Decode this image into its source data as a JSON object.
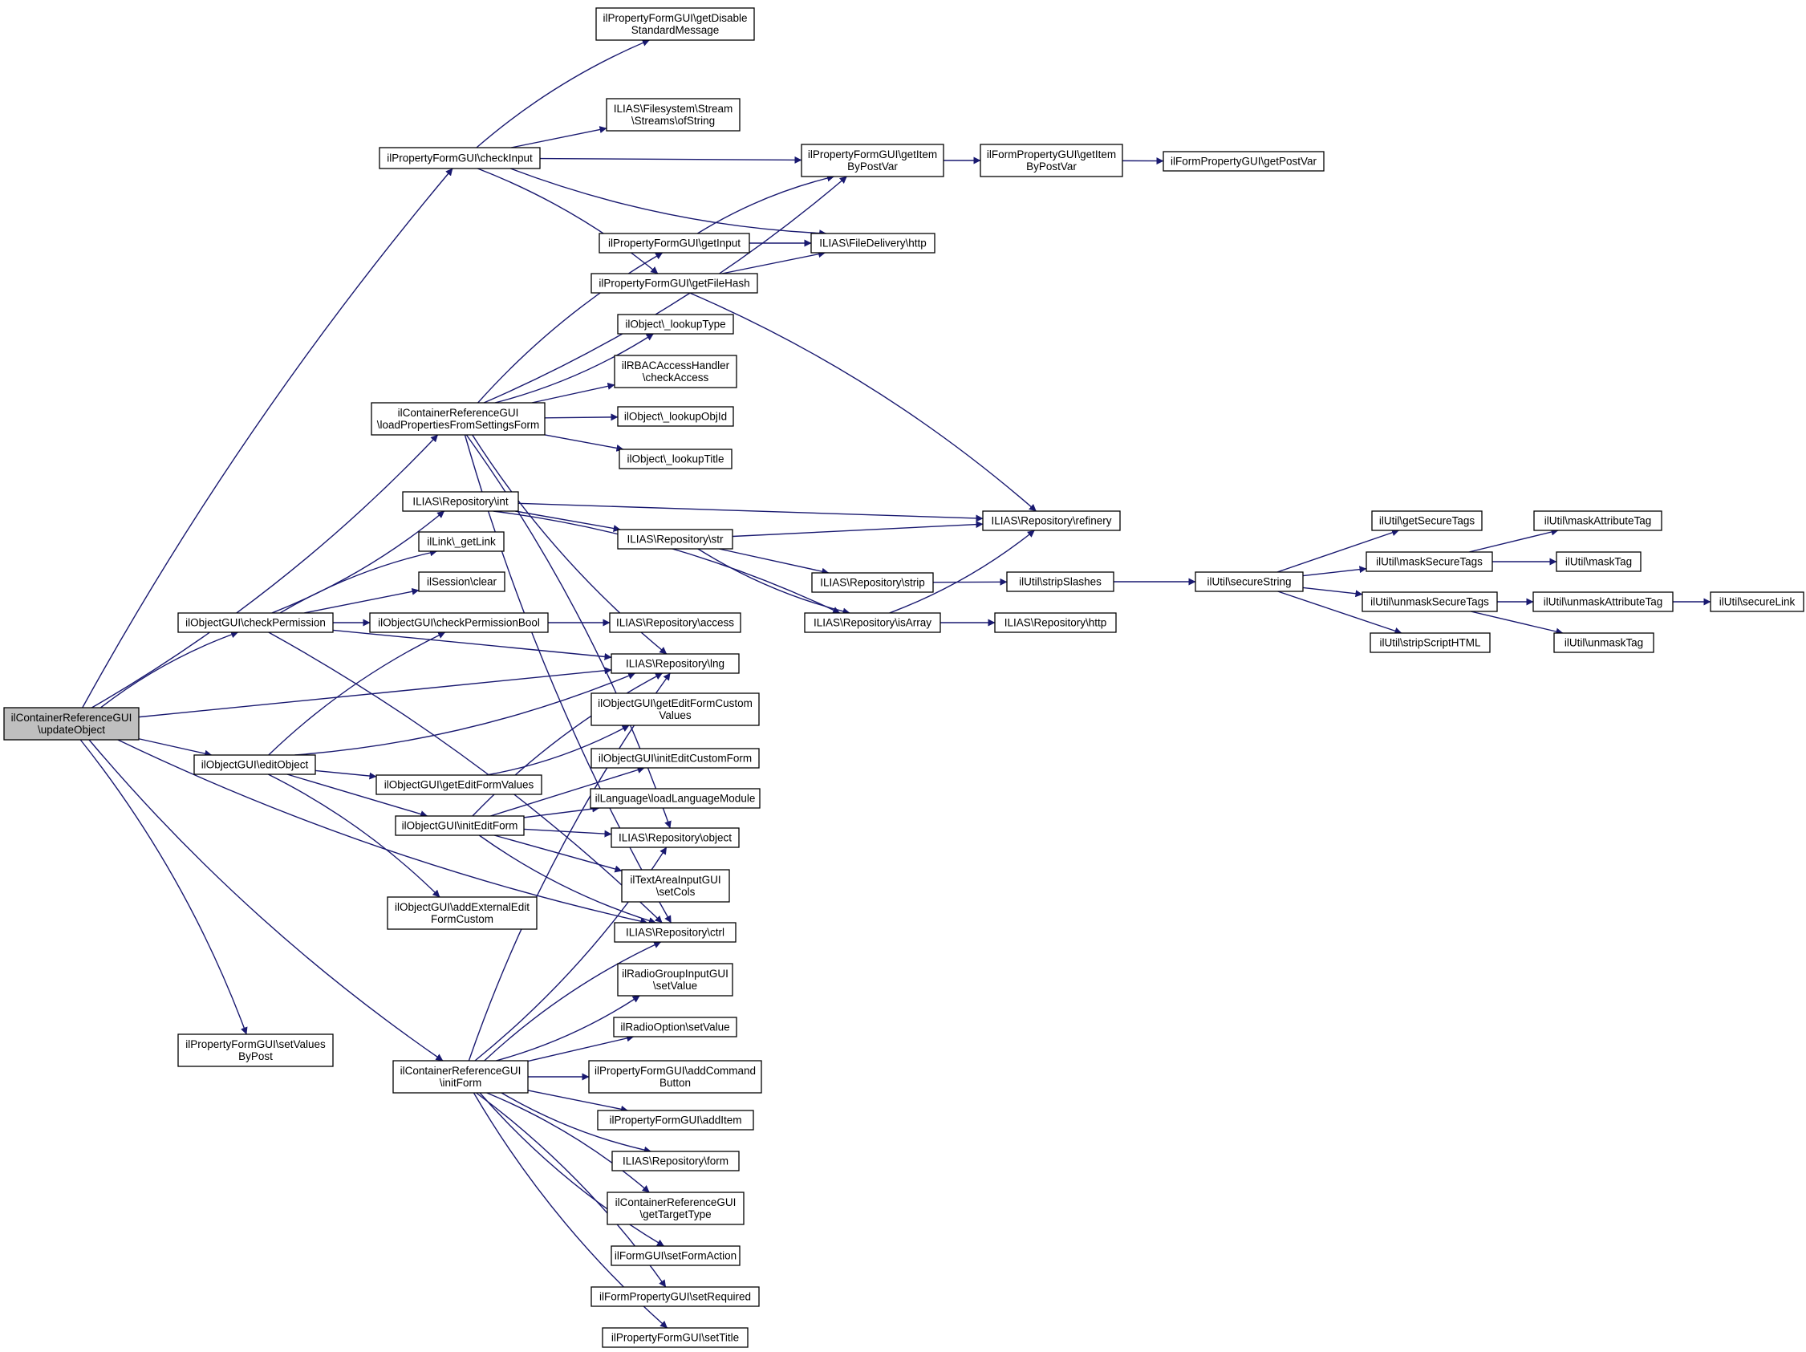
{
  "nodes": [
    {
      "id": "root",
      "lines": [
        "ilContainerReferenceGUI",
        "\\updateObject"
      ],
      "highlight": true
    },
    {
      "id": "checkInput",
      "lines": [
        "ilPropertyFormGUI\\checkInput"
      ]
    },
    {
      "id": "getDisable",
      "lines": [
        "ilPropertyFormGUI\\getDisable",
        "StandardMessage"
      ]
    },
    {
      "id": "ofString",
      "lines": [
        "ILIAS\\Filesystem\\Stream",
        "\\Streams\\ofString"
      ]
    },
    {
      "id": "getItemByPostVar",
      "lines": [
        "ilPropertyFormGUI\\getItem",
        "ByPostVar"
      ]
    },
    {
      "id": "formGetItemByPostVar",
      "lines": [
        "ilFormPropertyGUI\\getItem",
        "ByPostVar"
      ]
    },
    {
      "id": "getPostVar",
      "lines": [
        "ilFormPropertyGUI\\getPostVar"
      ]
    },
    {
      "id": "getInput",
      "lines": [
        "ilPropertyFormGUI\\getInput"
      ]
    },
    {
      "id": "fdHttp",
      "lines": [
        "ILIAS\\FileDelivery\\http"
      ]
    },
    {
      "id": "getFileHash",
      "lines": [
        "ilPropertyFormGUI\\getFileHash"
      ]
    },
    {
      "id": "lookupType",
      "lines": [
        "ilObject\\_lookupType"
      ]
    },
    {
      "id": "rbacCheck",
      "lines": [
        "ilRBACAccessHandler",
        "\\checkAccess"
      ]
    },
    {
      "id": "loadProps",
      "lines": [
        "ilContainerReferenceGUI",
        "\\loadPropertiesFromSettingsForm"
      ]
    },
    {
      "id": "lookupObjId",
      "lines": [
        "ilObject\\_lookupObjId"
      ]
    },
    {
      "id": "lookupTitle",
      "lines": [
        "ilObject\\_lookupTitle"
      ]
    },
    {
      "id": "repoInt",
      "lines": [
        "ILIAS\\Repository\\int"
      ]
    },
    {
      "id": "refinery",
      "lines": [
        "ILIAS\\Repository\\refinery"
      ]
    },
    {
      "id": "getLink",
      "lines": [
        "ilLink\\_getLink"
      ]
    },
    {
      "id": "repoStr",
      "lines": [
        "ILIAS\\Repository\\str"
      ]
    },
    {
      "id": "sessionClear",
      "lines": [
        "ilSession\\clear"
      ]
    },
    {
      "id": "repoStrip",
      "lines": [
        "ILIAS\\Repository\\strip"
      ]
    },
    {
      "id": "stripSlashes",
      "lines": [
        "ilUtil\\stripSlashes"
      ]
    },
    {
      "id": "secureString",
      "lines": [
        "ilUtil\\secureString"
      ]
    },
    {
      "id": "getSecureTags",
      "lines": [
        "ilUtil\\getSecureTags"
      ]
    },
    {
      "id": "maskSecureTags",
      "lines": [
        "ilUtil\\maskSecureTags"
      ]
    },
    {
      "id": "maskAttributeTag",
      "lines": [
        "ilUtil\\maskAttributeTag"
      ]
    },
    {
      "id": "maskTag",
      "lines": [
        "ilUtil\\maskTag"
      ]
    },
    {
      "id": "unmaskSecureTags",
      "lines": [
        "ilUtil\\unmaskSecureTags"
      ]
    },
    {
      "id": "unmaskAttributeTag",
      "lines": [
        "ilUtil\\unmaskAttributeTag"
      ]
    },
    {
      "id": "secureLink",
      "lines": [
        "ilUtil\\secureLink"
      ]
    },
    {
      "id": "stripScriptHTML",
      "lines": [
        "ilUtil\\stripScriptHTML"
      ]
    },
    {
      "id": "unmaskTag",
      "lines": [
        "ilUtil\\unmaskTag"
      ]
    },
    {
      "id": "checkPermission",
      "lines": [
        "ilObjectGUI\\checkPermission"
      ]
    },
    {
      "id": "checkPermissionBool",
      "lines": [
        "ilObjectGUI\\checkPermissionBool"
      ]
    },
    {
      "id": "repoAccess",
      "lines": [
        "ILIAS\\Repository\\access"
      ]
    },
    {
      "id": "isArray",
      "lines": [
        "ILIAS\\Repository\\isArray"
      ]
    },
    {
      "id": "repoHttp",
      "lines": [
        "ILIAS\\Repository\\http"
      ]
    },
    {
      "id": "repoLng",
      "lines": [
        "ILIAS\\Repository\\lng"
      ]
    },
    {
      "id": "getEditFormCustomValues",
      "lines": [
        "ilObjectGUI\\getEditFormCustom",
        "Values"
      ]
    },
    {
      "id": "editObject",
      "lines": [
        "ilObjectGUI\\editObject"
      ]
    },
    {
      "id": "getEditFormValues",
      "lines": [
        "ilObjectGUI\\getEditFormValues"
      ]
    },
    {
      "id": "initEditCustomForm",
      "lines": [
        "ilObjectGUI\\initEditCustomForm"
      ]
    },
    {
      "id": "loadLanguageModule",
      "lines": [
        "ilLanguage\\loadLanguageModule"
      ]
    },
    {
      "id": "initEditForm",
      "lines": [
        "ilObjectGUI\\initEditForm"
      ]
    },
    {
      "id": "repoObject",
      "lines": [
        "ILIAS\\Repository\\object"
      ]
    },
    {
      "id": "setCols",
      "lines": [
        "ilTextAreaInputGUI",
        "\\setCols"
      ]
    },
    {
      "id": "addExternalEditFormCustom",
      "lines": [
        "ilObjectGUI\\addExternalEdit",
        "FormCustom"
      ]
    },
    {
      "id": "repoCtrl",
      "lines": [
        "ILIAS\\Repository\\ctrl"
      ]
    },
    {
      "id": "radioGroupSetValue",
      "lines": [
        "ilRadioGroupInputGUI",
        "\\setValue"
      ]
    },
    {
      "id": "setValuesByPost",
      "lines": [
        "ilPropertyFormGUI\\setValues",
        "ByPost"
      ]
    },
    {
      "id": "radioOptionSetValue",
      "lines": [
        "ilRadioOption\\setValue"
      ]
    },
    {
      "id": "initForm",
      "lines": [
        "ilContainerReferenceGUI",
        "\\initForm"
      ]
    },
    {
      "id": "addCommandButton",
      "lines": [
        "ilPropertyFormGUI\\addCommand",
        "Button"
      ]
    },
    {
      "id": "addItem",
      "lines": [
        "ilPropertyFormGUI\\addItem"
      ]
    },
    {
      "id": "repoForm",
      "lines": [
        "ILIAS\\Repository\\form"
      ]
    },
    {
      "id": "getTargetType",
      "lines": [
        "ilContainerReferenceGUI",
        "\\getTargetType"
      ]
    },
    {
      "id": "setFormAction",
      "lines": [
        "ilFormGUI\\setFormAction"
      ]
    },
    {
      "id": "setRequired",
      "lines": [
        "ilFormPropertyGUI\\setRequired"
      ]
    },
    {
      "id": "setTitle",
      "lines": [
        "ilPropertyFormGUI\\setTitle"
      ]
    }
  ],
  "edges": [
    [
      "root",
      "checkInput"
    ],
    [
      "root",
      "loadProps"
    ],
    [
      "root",
      "checkPermission"
    ],
    [
      "root",
      "repoLng"
    ],
    [
      "root",
      "editObject"
    ],
    [
      "root",
      "repoCtrl"
    ],
    [
      "root",
      "setValuesByPost"
    ],
    [
      "root",
      "initForm"
    ],
    [
      "checkInput",
      "getDisable"
    ],
    [
      "checkInput",
      "ofString"
    ],
    [
      "checkInput",
      "getItemByPostVar"
    ],
    [
      "checkInput",
      "fdHttp"
    ],
    [
      "checkInput",
      "getFileHash"
    ],
    [
      "getItemByPostVar",
      "formGetItemByPostVar"
    ],
    [
      "formGetItemByPostVar",
      "getPostVar"
    ],
    [
      "getInput",
      "fdHttp"
    ],
    [
      "getInput",
      "getItemByPostVar"
    ],
    [
      "getFileHash",
      "fdHttp"
    ],
    [
      "getFileHash",
      "refinery"
    ],
    [
      "loadProps",
      "getItemByPostVar"
    ],
    [
      "loadProps",
      "getInput"
    ],
    [
      "loadProps",
      "lookupType"
    ],
    [
      "loadProps",
      "rbacCheck"
    ],
    [
      "loadProps",
      "lookupObjId"
    ],
    [
      "loadProps",
      "lookupTitle"
    ],
    [
      "loadProps",
      "repoLng"
    ],
    [
      "loadProps",
      "repoObject"
    ],
    [
      "loadProps",
      "repoCtrl"
    ],
    [
      "repoInt",
      "refinery"
    ],
    [
      "repoInt",
      "repoStr"
    ],
    [
      "repoInt",
      "isArray"
    ],
    [
      "repoStr",
      "refinery"
    ],
    [
      "repoStr",
      "repoStrip"
    ],
    [
      "repoStr",
      "isArray"
    ],
    [
      "repoStrip",
      "stripSlashes"
    ],
    [
      "stripSlashes",
      "secureString"
    ],
    [
      "secureString",
      "getSecureTags"
    ],
    [
      "secureString",
      "maskSecureTags"
    ],
    [
      "secureString",
      "unmaskSecureTags"
    ],
    [
      "secureString",
      "stripScriptHTML"
    ],
    [
      "maskSecureTags",
      "maskAttributeTag"
    ],
    [
      "maskSecureTags",
      "maskTag"
    ],
    [
      "unmaskSecureTags",
      "unmaskAttributeTag"
    ],
    [
      "unmaskSecureTags",
      "unmaskTag"
    ],
    [
      "unmaskAttributeTag",
      "secureLink"
    ],
    [
      "isArray",
      "refinery"
    ],
    [
      "isArray",
      "repoHttp"
    ],
    [
      "checkPermission",
      "repoInt"
    ],
    [
      "checkPermission",
      "getLink"
    ],
    [
      "checkPermission",
      "sessionClear"
    ],
    [
      "checkPermission",
      "checkPermissionBool"
    ],
    [
      "checkPermission",
      "repoLng"
    ],
    [
      "checkPermission",
      "repoCtrl"
    ],
    [
      "checkPermissionBool",
      "repoAccess"
    ],
    [
      "editObject",
      "checkPermissionBool"
    ],
    [
      "editObject",
      "repoLng"
    ],
    [
      "editObject",
      "getEditFormValues"
    ],
    [
      "editObject",
      "initEditForm"
    ],
    [
      "editObject",
      "addExternalEditFormCustom"
    ],
    [
      "getEditFormValues",
      "getEditFormCustomValues"
    ],
    [
      "initEditForm",
      "initEditCustomForm"
    ],
    [
      "initEditForm",
      "loadLanguageModule"
    ],
    [
      "initEditForm",
      "repoLng"
    ],
    [
      "initEditForm",
      "repoObject"
    ],
    [
      "initEditForm",
      "setCols"
    ],
    [
      "initEditForm",
      "repoCtrl"
    ],
    [
      "initForm",
      "repoLng"
    ],
    [
      "initForm",
      "repoObject"
    ],
    [
      "initForm",
      "repoCtrl"
    ],
    [
      "initForm",
      "radioGroupSetValue"
    ],
    [
      "initForm",
      "radioOptionSetValue"
    ],
    [
      "initForm",
      "addCommandButton"
    ],
    [
      "initForm",
      "addItem"
    ],
    [
      "initForm",
      "repoForm"
    ],
    [
      "initForm",
      "getTargetType"
    ],
    [
      "initForm",
      "setFormAction"
    ],
    [
      "initForm",
      "setRequired"
    ],
    [
      "initForm",
      "setTitle"
    ]
  ],
  "colors": {
    "edge": "#191970",
    "node_border": "#000000",
    "node_fill": "#ffffff",
    "highlight_fill": "#bfbfbf",
    "text": "#000000"
  }
}
